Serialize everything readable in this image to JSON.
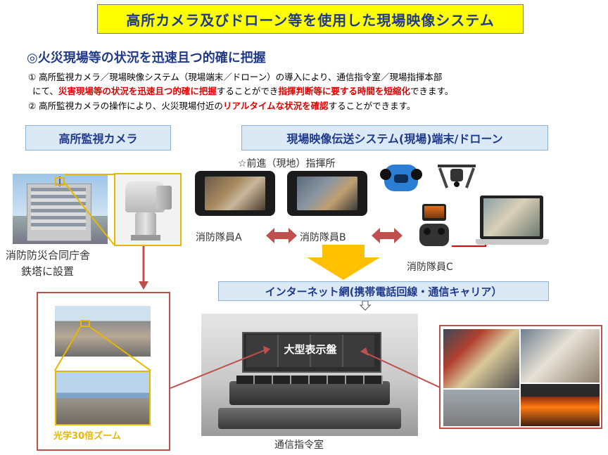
{
  "title": "高所カメラ及びドローン等を使用した現場映像システム",
  "subheading": "◎火災現場等の状況を迅速且つ的確に把握",
  "bullets": {
    "line1": "① 高所監視カメラ／現場映像システム（現場端末／ドローン）の導入により、通信指令室／現場指揮本部",
    "line2_pre": "にて、",
    "line2_red1": "災害現場等の状況を迅速且つ的確に把握",
    "line2_mid": "することができ",
    "line2_red2": "指揮判断等に要する時間を短縮化",
    "line2_post": "できます。",
    "line3_pre": "② 高所監視カメラの操作により、火災現場付近の",
    "line3_red": "リアルタイムな状況を確認",
    "line3_post": "することができます。"
  },
  "left_header": "高所監視カメラ",
  "right_header": "現場映像伝送システム(現場)端末/ドローン",
  "command_post": "☆前進（現地）指揮所",
  "building_label": {
    "line1": "消防防災合同庁舎",
    "line2": "鉄塔に設置"
  },
  "zoom_label": "光学30倍ズーム",
  "firefighters": {
    "a": "消防隊員A",
    "b": "消防隊員B",
    "c": "消防隊員C"
  },
  "internet_box": "インターネット網(携帯電話回線・通信キャリア）",
  "control_room_sign": "大型表示盤",
  "control_room_label": "通信指令室",
  "colors": {
    "title_bg": "#ffff00",
    "title_text": "#1f3a8a",
    "accent_red": "#e00000",
    "arrow_red": "#c0504d",
    "frame_gold": "#e6b800",
    "box_blue": "#dbe9f5"
  }
}
